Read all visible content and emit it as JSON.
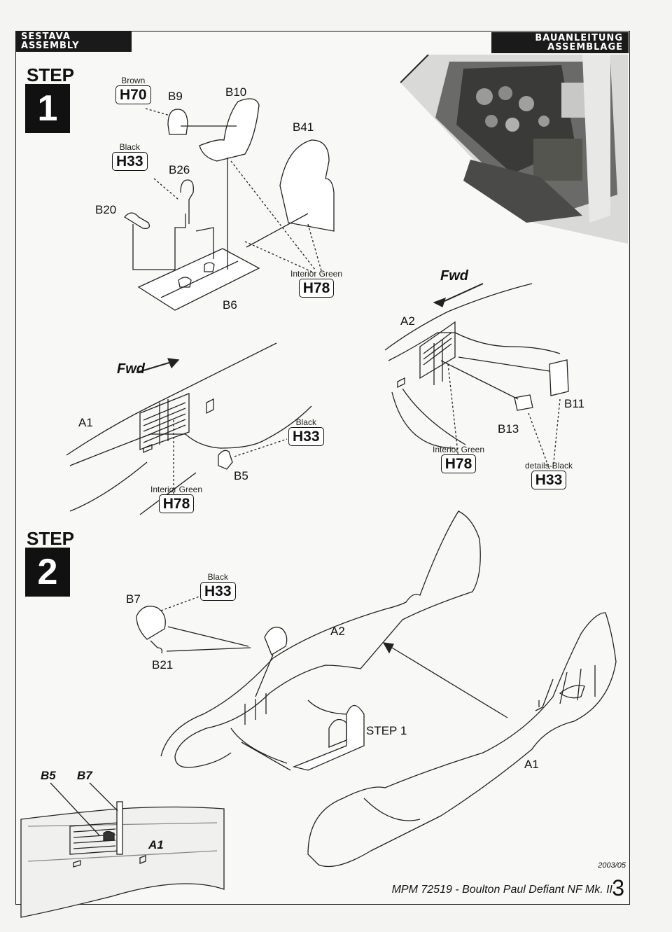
{
  "header": {
    "left_line1": "SESTAVA",
    "left_line2": "ASSEMBLY",
    "right_line1": "BAUANLEITUNG",
    "right_line2": "ASSEMBLAGE"
  },
  "steps": [
    {
      "label": "STEP",
      "number": "1"
    },
    {
      "label": "STEP",
      "number": "2"
    }
  ],
  "paints": {
    "h70": {
      "name": "Brown",
      "code": "H70"
    },
    "h33_step1": {
      "name": "Black",
      "code": "H33"
    },
    "h78_b6": {
      "name": "Interior Green",
      "code": "H78"
    },
    "h33_b5": {
      "name": "Black",
      "code": "H33"
    },
    "h78_a1": {
      "name": "Interior Green",
      "code": "H78"
    },
    "h78_a2": {
      "name": "Interior Green",
      "code": "H78"
    },
    "h33_details": {
      "name": "details-Black",
      "code": "H33"
    },
    "h33_b7": {
      "name": "Black",
      "code": "H33"
    }
  },
  "parts": {
    "b9": "B9",
    "b10": "B10",
    "b41": "B41",
    "b26": "B26",
    "b20": "B20",
    "b6": "B6",
    "a1_step1": "A1",
    "b5": "B5",
    "a2_step1": "A2",
    "b11": "B11",
    "b13": "B13",
    "b7": "B7",
    "b21": "B21",
    "a2_step2": "A2",
    "step1_ref": "STEP 1",
    "a1_step2": "A1",
    "inset_b5": "B5",
    "inset_b7": "B7",
    "inset_a1": "A1"
  },
  "fwd_labels": [
    "Fwd",
    "Fwd"
  ],
  "footer": {
    "date": "2003/05",
    "title": "MPM 72519 - Boulton Paul Defiant NF Mk. II",
    "page": "3"
  }
}
